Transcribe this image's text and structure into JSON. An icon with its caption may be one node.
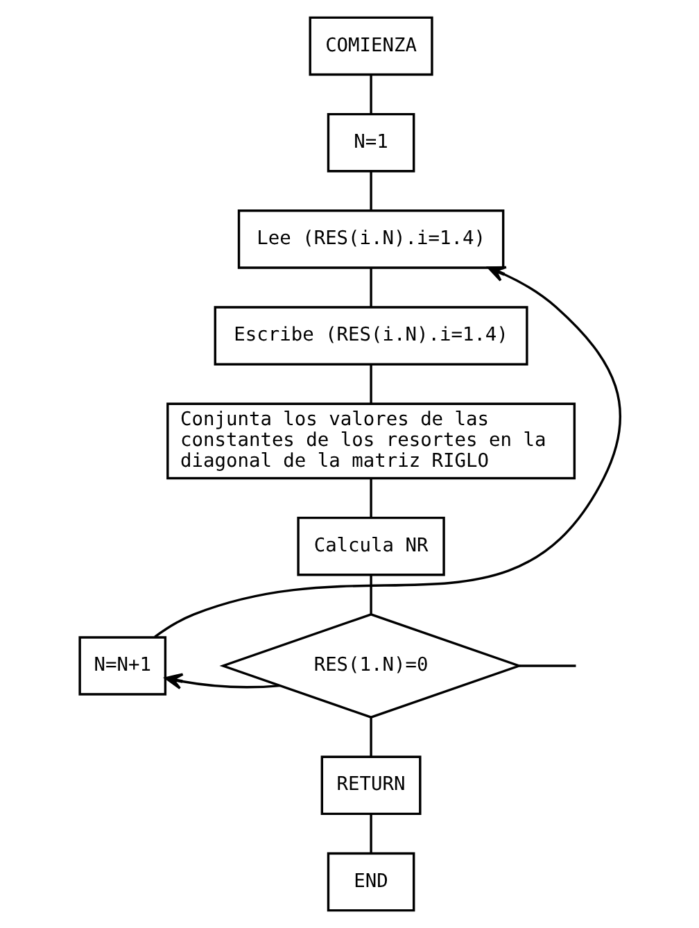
{
  "diagram": {
    "nodes": [
      {
        "text": [
          "COMIENZA"
        ]
      },
      {
        "text": [
          "N=1"
        ]
      },
      {
        "text": [
          "Lee (RES(i.N).i=1.4)"
        ]
      },
      {
        "text": [
          "Escribe (RES(i.N).i=1.4)"
        ]
      },
      {
        "text": [
          "Conjunta los valores de las constantes de los resortes en la diagonal de la matriz RIGLO"
        ]
      },
      {
        "text": [
          "Calcula NR"
        ]
      },
      {
        "text": [
          "RES(1.N)=0"
        ]
      },
      {
        "text": [
          "N=N+1"
        ]
      },
      {
        "text": [
          "RETURN"
        ]
      },
      {
        "text": [
          "END"
        ]
      }
    ],
    "edges": [
      {
        "from": 0,
        "to": 1,
        "arrow": "none"
      },
      {
        "from": 1,
        "to": 2,
        "arrow": "none"
      },
      {
        "from": 2,
        "to": 3,
        "arrow": "none"
      },
      {
        "from": 3,
        "to": 4,
        "arrow": "none"
      },
      {
        "from": 4,
        "to": 5,
        "arrow": "none"
      },
      {
        "from": 5,
        "to": 6,
        "arrow": "none"
      },
      {
        "from": 6,
        "to": 7,
        "arrow": "to"
      },
      {
        "from": 7,
        "to": 2,
        "arrow": "to"
      },
      {
        "from": 6,
        "to": null,
        "arrow": "none"
      },
      {
        "from": 6,
        "to": 8,
        "arrow": "none"
      },
      {
        "from": 8,
        "to": 9,
        "arrow": "none"
      }
    ]
  }
}
